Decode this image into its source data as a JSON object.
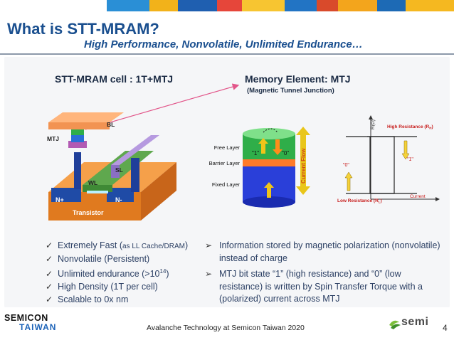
{
  "slide": {
    "title": "What is STT-MRAM?",
    "subtitle": "High Performance, Nonvolatile, Unlimited Endurance…",
    "page_number": "4"
  },
  "cell": {
    "heading": "STT-MRAM cell : 1T+MTJ",
    "labels": {
      "bl": "BL",
      "mtj": "MTJ",
      "sl": "SL",
      "wl": "WL",
      "n_plus": "N+",
      "n_minus": "N-",
      "transistor": "Transistor"
    }
  },
  "memory_element": {
    "heading": "Memory Element: MTJ",
    "subheading": "(Magnetic Tunnel Junction)",
    "layers": {
      "free": "Free Layer",
      "barrier": "Barrier Layer",
      "fixed": "Fixed Layer"
    },
    "state_one": "\"1\"",
    "state_zero": "\"0\"",
    "current_flow": "Current Flow"
  },
  "hysteresis": {
    "y_axis": "R(Ω)",
    "high": "High Resistance (R",
    "high_sub": "H",
    "low": "Low Resistance (R",
    "low_sub": "L",
    "x_axis": "Current",
    "label_zero": "\"0\"",
    "label_one": "\"1\""
  },
  "bullets_left": [
    {
      "main": "Extremely Fast (",
      "small": "as LL Cache/DRAM",
      "tail": ")"
    },
    {
      "main": "Nonvolatile (Persistent)"
    },
    {
      "main": "Unlimited endurance (>10",
      "sup": "14",
      "tail": ")"
    },
    {
      "main": "High Density (1T per cell)"
    },
    {
      "main": "Scalable to 0x nm"
    }
  ],
  "bullets_right": [
    "Information stored by magnetic polarization (nonvolatile) instead of charge",
    "MTJ bit state “1” (high resistance) and “0” (low resistance) is written by Spin Transfer Torque with a (polarized) current across MTJ"
  ],
  "footer": {
    "semicon": "SEMICON",
    "taiwan": "TAIWAN",
    "caption": "Avalanche Technology at Semicon Taiwan 2020",
    "semi": "semi"
  },
  "colors": {
    "title": "#1a4f8f",
    "bullet_text": "#2b3f63",
    "bit_line": "#f2a36b",
    "source_line": "#9b7fc6",
    "word_line": "#6bb35a",
    "substrate": "#f08a2a",
    "free_layer": "#2fae49",
    "barrier_layer": "#ff7a2a",
    "fixed_layer": "#1f2ed6",
    "current_arrow": "#f0c419"
  }
}
